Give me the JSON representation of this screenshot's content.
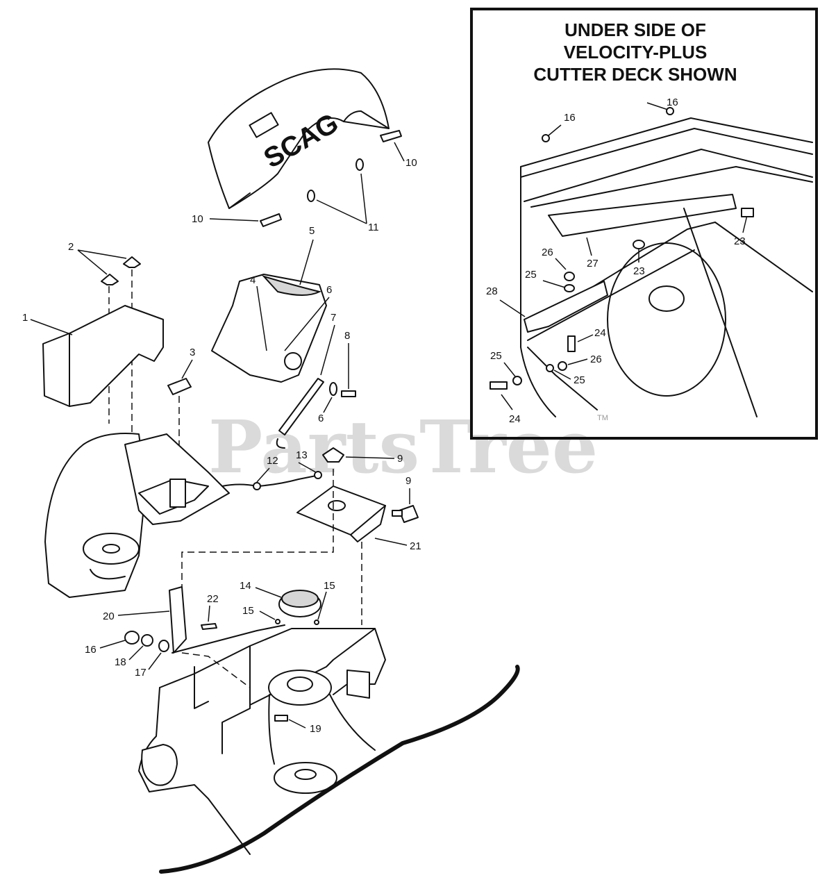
{
  "inset": {
    "title_lines": [
      "UNDER SIDE OF",
      "VELOCITY-PLUS",
      "CUTTER DECK SHOWN"
    ],
    "callouts": [
      "16",
      "16",
      "23",
      "23",
      "26",
      "25",
      "27",
      "28",
      "24",
      "26",
      "25",
      "25",
      "24"
    ]
  },
  "main": {
    "callouts": [
      "10",
      "10",
      "11",
      "2",
      "5",
      "1",
      "4",
      "6",
      "7",
      "8",
      "3",
      "6",
      "9",
      "12",
      "13",
      "9",
      "21",
      "14",
      "15",
      "15",
      "20",
      "22",
      "16",
      "18",
      "17",
      "19"
    ]
  },
  "brand": "SCAG",
  "watermark": {
    "text": "PartsTree",
    "mark": "TM"
  }
}
